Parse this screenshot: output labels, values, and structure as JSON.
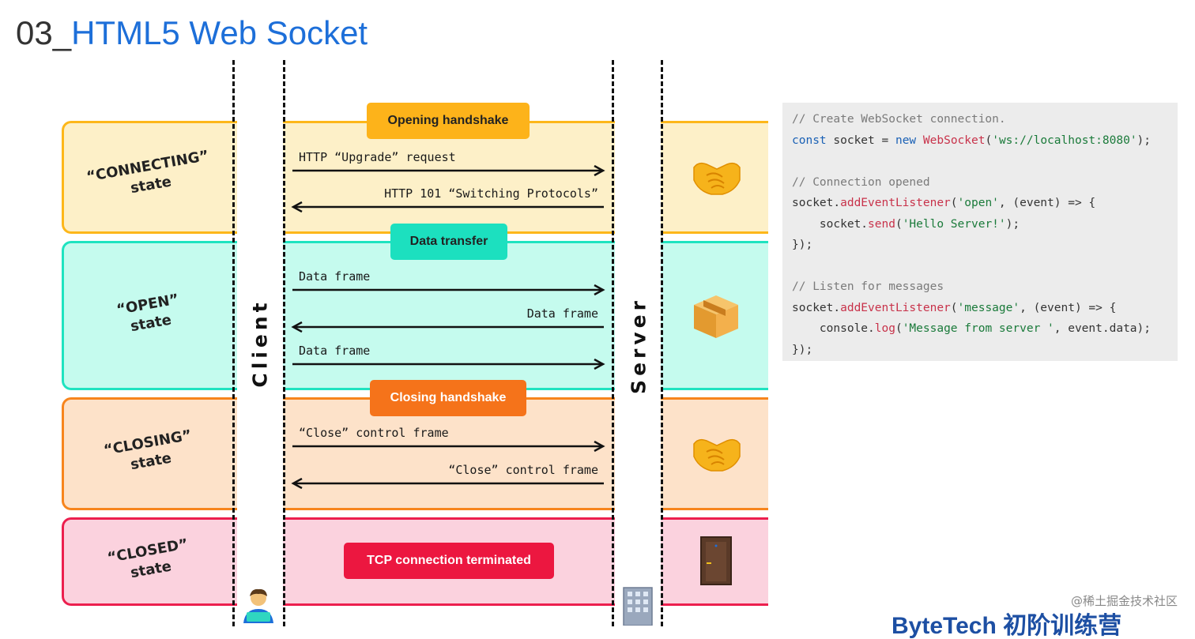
{
  "title": {
    "number": "03_",
    "text": "HTML5 Web Socket"
  },
  "lanes": {
    "client": "Client",
    "server": "Server"
  },
  "states": [
    {
      "label_line1": "“CONNECTING”",
      "label_line2": "state",
      "badge": "Opening handshake",
      "color": "#fdb71a",
      "fill": "#fdf0c8",
      "badge_color": "#fdb31a",
      "icon": "handshake-icon"
    },
    {
      "label_line1": "“OPEN”",
      "label_line2": "state",
      "badge": "Data transfer",
      "color": "#1fe3c0",
      "fill": "#c5fbee",
      "badge_color": "#1ce0bf",
      "icon": "package-icon"
    },
    {
      "label_line1": "“CLOSING”",
      "label_line2": "state",
      "badge": "Closing handshake",
      "color": "#f7851d",
      "fill": "#fde2c9",
      "badge_color": "#f5731a",
      "icon": "handshake-icon"
    },
    {
      "label_line1": "“CLOSED”",
      "label_line2": "state",
      "badge": "TCP connection terminated",
      "color": "#ec1f4e",
      "fill": "#fbd2de",
      "badge_color": "#ec1740",
      "icon": "door-icon"
    }
  ],
  "messages": {
    "upgrade_request": "HTTP “Upgrade” request",
    "switching_protocols": "HTTP 101 “Switching Protocols”",
    "data_frame_1": "Data frame",
    "data_frame_2": "Data frame",
    "data_frame_3": "Data frame",
    "close_frame_1": "“Close” control frame",
    "close_frame_2": "“Close” control frame"
  },
  "code": {
    "comment_create": "// Create WebSocket connection.",
    "const_kw": "const",
    "socket_assign": " socket = ",
    "new_kw": "new",
    "websocket_cls": "WebSocket",
    "paren_open": "(",
    "url": "'ws://localhost:8080'",
    "paren_close_semi": ");",
    "comment_opened": "// Connection opened",
    "socket_dot": "socket.",
    "add_listener": "addEventListener",
    "open_str": "'open'",
    "event_arrow": ", (event) => {",
    "indent_socket_dot": "    socket.",
    "send_fn": "send",
    "hello_str": "'Hello Server!'",
    "close_brace": "});",
    "comment_listen": "// Listen for messages",
    "message_str": "'message'",
    "indent_console_dot": "    console.",
    "log_fn": "log",
    "msg_from_server": "'Message from server '",
    "event_data": ", event.data);"
  },
  "watermark": "@稀土掘金技术社区",
  "footer": "ByteTech 初阶训练营"
}
